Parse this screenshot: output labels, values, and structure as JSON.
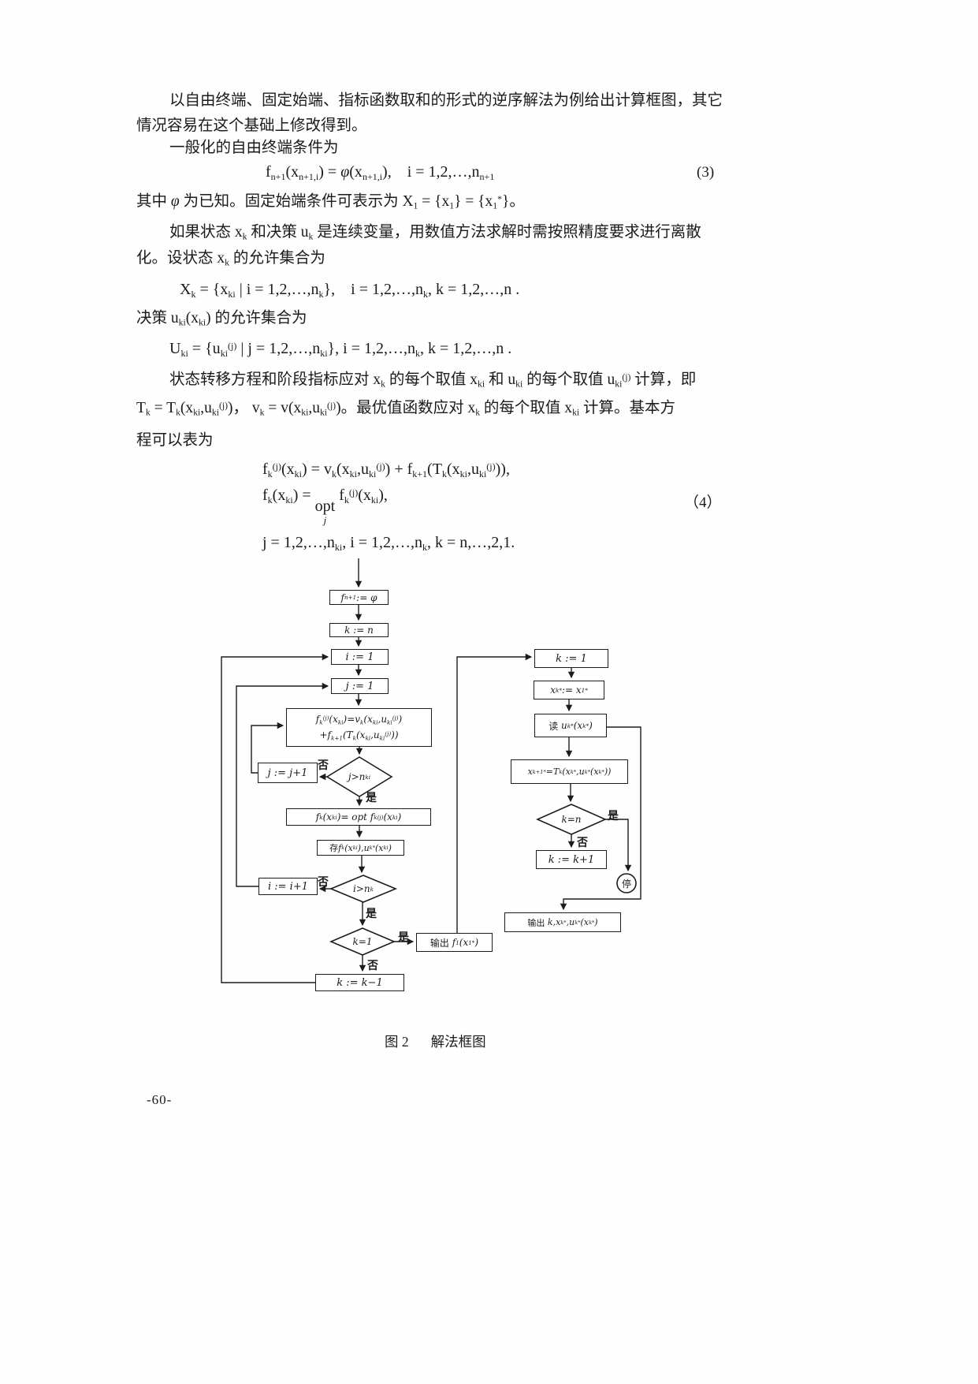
{
  "doc": {
    "lines": {
      "p1l1": "以自由终端、固定始端、指标函数取和的形式的逆序解法为例给出计算框图，其它",
      "p1l2": "情况容易在这个基础上修改得到。",
      "p2": "一般化的自由终端条件为",
      "eq3": "f<sub>n+1</sub>(x<sub>n+1,i</sub>) = <i>φ</i>(x<sub>n+1,i</sub>),&emsp;i = 1,2,…,n<sub>n+1</sub>",
      "eq3_label": "(3)",
      "p3": "其中 <i>φ</i> 为已知。固定始端条件可表示为 X<sub>1</sub> = {x<sub>1</sub>} = {x<sub>1</sub><sup>*</sup>}。",
      "p4l1": "如果状态 x<sub>k</sub> 和决策 u<sub>k</sub> 是连续变量，用数值方法求解时需按照精度要求进行离散",
      "p4l2": "化。设状态 x<sub>k</sub> 的允许集合为",
      "eqX": "X<sub>k</sub> = {x<sub>ki</sub> | i = 1,2,…,n<sub>k</sub>},&emsp;i = 1,2,…,n<sub>k</sub>, k = 1,2,…,n .",
      "p5": "决策 u<sub>ki</sub>(x<sub>ki</sub>) 的允许集合为",
      "eqU": "U<sub>ki</sub> = {u<sub>ki</sub><sup>(j)</sup> | j = 1,2,…,n<sub>ki</sub>}, i = 1,2,…,n<sub>k</sub>, k = 1,2,…,n .",
      "p6l1": "状态转移方程和阶段指标应对 x<sub>k</sub> 的每个取值 x<sub>ki</sub> 和 u<sub>ki</sub> 的每个取值 u<sub>ki</sub><sup>(j)</sup> 计算，即",
      "p6l2": "T<sub>k</sub> = T<sub>k</sub>(x<sub>ki</sub>,u<sub>ki</sub><sup>(j)</sup>)， v<sub>k</sub> = v(x<sub>ki</sub>,u<sub>ki</sub><sup>(j)</sup>)。最优值函数应对 x<sub>k</sub> 的每个取值 x<sub>ki</sub> 计算。基本方",
      "p6l3": "程可以表为",
      "eq4a": "f<sub>k</sub><sup>(j)</sup>(x<sub>ki</sub>) = v<sub>k</sub>(x<sub>ki</sub>,u<sub>ki</sub><sup>(j)</sup>) + f<sub>k+1</sub>(T<sub>k</sub>(x<sub>ki</sub>,u<sub>ki</sub><sup>(j)</sup>)),",
      "eq4b": "f<sub>k</sub>(x<sub>ki</sub>) = <span class=\"opt\"><span>opt</span><span class=\"oj\">j</span></span> f<sub>k</sub><sup>(j)</sup>(x<sub>ki</sub>),",
      "eq4_label": "（4）",
      "eq4c": "j = 1,2,…,n<sub>ki</sub>, i = 1,2,…,n<sub>k</sub>, k = n,…,2,1."
    },
    "caption_label": "图 2",
    "caption_title": "解法框图",
    "page_number": "-60-"
  },
  "flowchart": {
    "yes": "是",
    "no": "否",
    "ink": "#1c1c1c",
    "nodes": {
      "init_f": "f<sub>n+1</sub> := φ",
      "set_k_n": "k := n",
      "set_i_1": "i := 1",
      "set_j_1": "j := 1",
      "compute_f_line1": "f<sub>k</sub><sup>(j)</sup>(x<sub>ki</sub>)=v<sub>k</sub>(x<sub>ki</sub>,u<sub>ki</sub><sup>(j)</sup>)",
      "compute_f_line2": "+f<sub>k+1</sub>(T<sub>k</sub>(x<sub>ki</sub>,u<sub>ki</sub><sup>(j)</sup>))",
      "j_inc": "j := j+1",
      "cond_j": "j&gt;n<sub>ki</sub>",
      "opt_f": "f<sub>k</sub>(x<sub>ki</sub>)= opt f<sub>k</sub><sup>(j)</sup>(x<sub>ki</sub>)",
      "store": "<span class=\"cjk\">存</span>f<sub>k</sub>(x<sub>ki</sub>),u<sub>k</sub><sup>*</sup>(x<sub>ki</sub>)",
      "i_inc": "i := i+1",
      "cond_i": "i&gt;n<sub>k</sub>",
      "cond_k1": "k=1",
      "out_f1": "<span class=\"cjk\">输出</span>&nbsp;f<sub>1</sub>(x<sub>1</sub><sup>*</sup>)",
      "k_dec": "k := k−1",
      "set_k_1": "k := 1",
      "set_x1": "x<sub>k</sub><sup>*</sup> := x<sub>1</sub><sup>*</sup>",
      "read_u": "<span class=\"cjk\">读</span>&nbsp;u<sub>k</sub><sup>*</sup>(x<sub>k</sub><sup>*</sup>)",
      "transition": "x<sub>k+1</sub><sup>*</sup>=T<sub>k</sub>(x<sub>k</sub><sup>*</sup>,u<sub>k</sub><sup>*</sup>(x<sub>k</sub><sup>*</sup>))",
      "cond_kn": "k=n",
      "k_inc": "k := k+1",
      "stop": "停",
      "out_k": "<span class=\"cjk\">输出</span>&nbsp;k,x<sub>k</sub><sup>*</sup>,u<sub>k</sub><sup>*</sup>(x<sub>k</sub><sup>*</sup>)"
    }
  }
}
